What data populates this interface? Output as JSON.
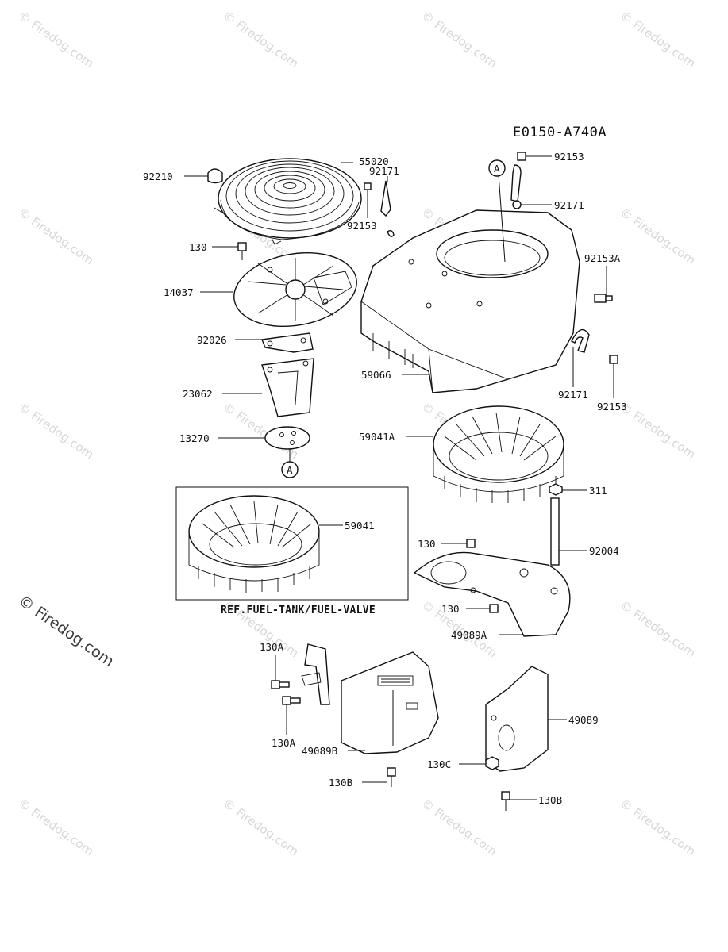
{
  "diagram_code": "E0150-A740A",
  "reference_note": "REF.FUEL-TANK/FUEL-VALVE",
  "watermark": "© Firedog.com",
  "callout_marker": "A",
  "labels": {
    "p92153_top": "92153",
    "p92171_right": "92171",
    "p92210": "92210",
    "p55020": "55020",
    "p92171_mid": "92171",
    "p92153_mid": "92153",
    "p130_left": "130",
    "p92153A": "92153A",
    "p14037": "14037",
    "p92026": "92026",
    "p59066": "59066",
    "p92171_low": "92171",
    "p92153_low": "92153",
    "p23062": "23062",
    "p13270": "13270",
    "p59041A": "59041A",
    "p311": "311",
    "p59041": "59041",
    "p130_mid": "130",
    "p92004": "92004",
    "p130_low": "130",
    "p49089A": "49089A",
    "p130A_top": "130A",
    "p130A_bot": "130A",
    "p49089B": "49089B",
    "p49089": "49089",
    "p130C": "130C",
    "p130B_left": "130B",
    "p130B_right": "130B"
  }
}
